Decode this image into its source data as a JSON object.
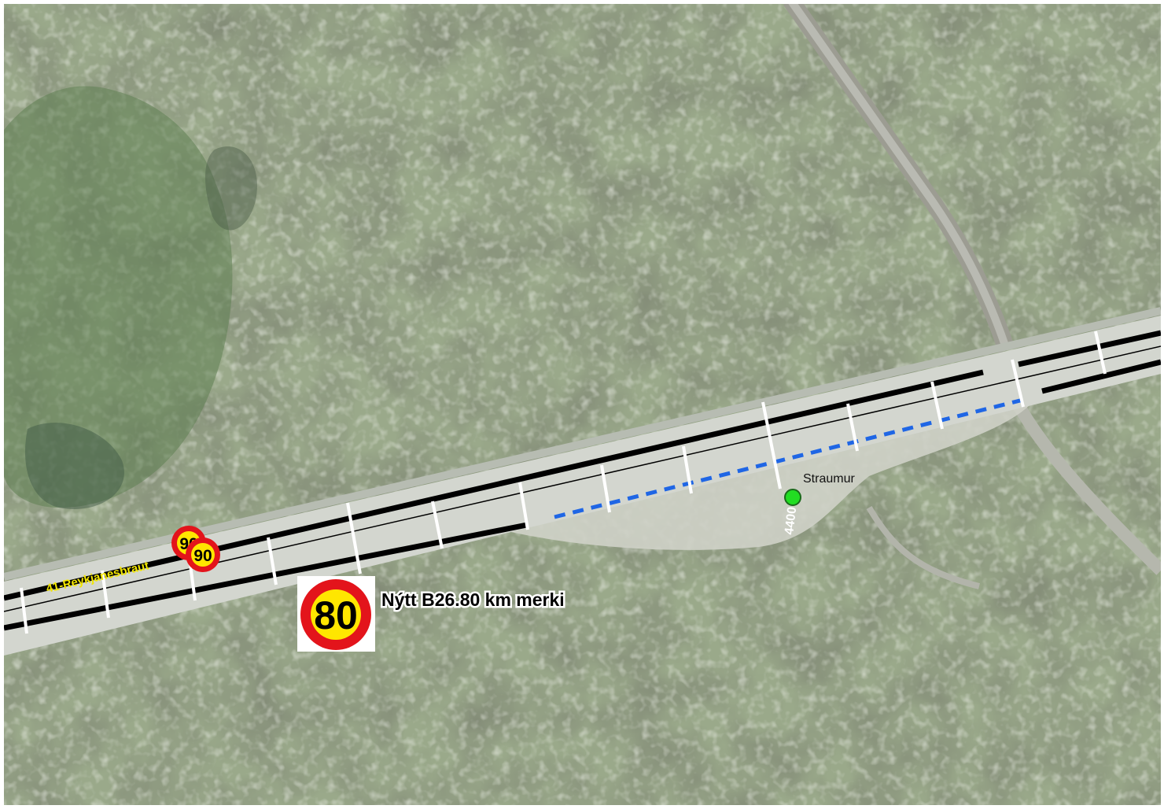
{
  "map": {
    "place_name": "Straumur",
    "road_label": "41-Reykjanesbraut",
    "chainage_label": "4400",
    "callout_text": "Nýtt B26.80 km merki"
  },
  "signs": {
    "existing_limit_a": "90",
    "existing_limit_b": "90",
    "new_limit": "80"
  },
  "colors": {
    "terrain": "#9aa98a",
    "road_surface": "#d3d6cf",
    "road_edge": "#000000",
    "centerline": "#000000",
    "section_ticks": "#ffffff",
    "planned_lane": "#1f66e5",
    "place_marker": "#22dd22",
    "road_label": "#f2e600",
    "sign_ring": "#e3141b",
    "sign_fill": "#ffe600"
  },
  "icons": {
    "place_marker": "green-circle-point",
    "speed_sign": "speed-limit-sign-circle"
  }
}
